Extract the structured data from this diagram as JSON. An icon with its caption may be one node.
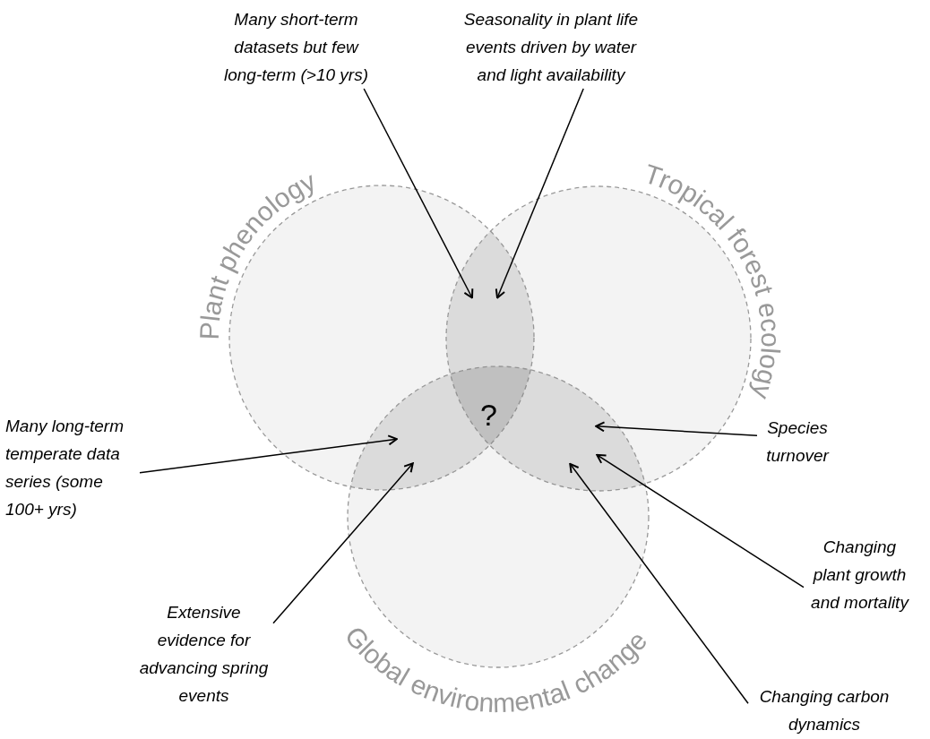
{
  "diagram": {
    "nodes": [
      {
        "text": [
          "Plant phenology"
        ]
      },
      {
        "text": [
          "Tropical forest ecology"
        ]
      },
      {
        "text": [
          "Global environmental change"
        ]
      },
      {
        "text": [
          "Many short-term datasets but few long-term (>10 yrs)"
        ]
      },
      {
        "text": [
          "Seasonality in plant life events driven by water and light availability"
        ]
      },
      {
        "text": [
          "Many long-term temperate data series (some 100+ yrs)"
        ]
      },
      {
        "text": [
          "Extensive evidence for advancing spring events"
        ]
      },
      {
        "text": [
          "Species turnover"
        ]
      },
      {
        "text": [
          "Changing plant growth and mortality"
        ]
      },
      {
        "text": [
          "Changing carbon dynamics"
        ]
      },
      {
        "text": [],
        "shape": "lens"
      },
      {
        "text": [],
        "shape": "lens"
      },
      {
        "text": [],
        "shape": "lens"
      }
    ],
    "edges": [
      {
        "from": 3,
        "to": 10,
        "arrow": "to"
      },
      {
        "from": 4,
        "to": 10,
        "arrow": "to"
      },
      {
        "from": 5,
        "to": 11,
        "arrow": "to"
      },
      {
        "from": 6,
        "to": 11,
        "arrow": "to"
      },
      {
        "from": 7,
        "to": 12,
        "arrow": "to"
      },
      {
        "from": 8,
        "to": 12,
        "arrow": "to"
      },
      {
        "from": 9,
        "to": 12,
        "arrow": "to"
      }
    ],
    "labels": [
      "?"
    ]
  }
}
